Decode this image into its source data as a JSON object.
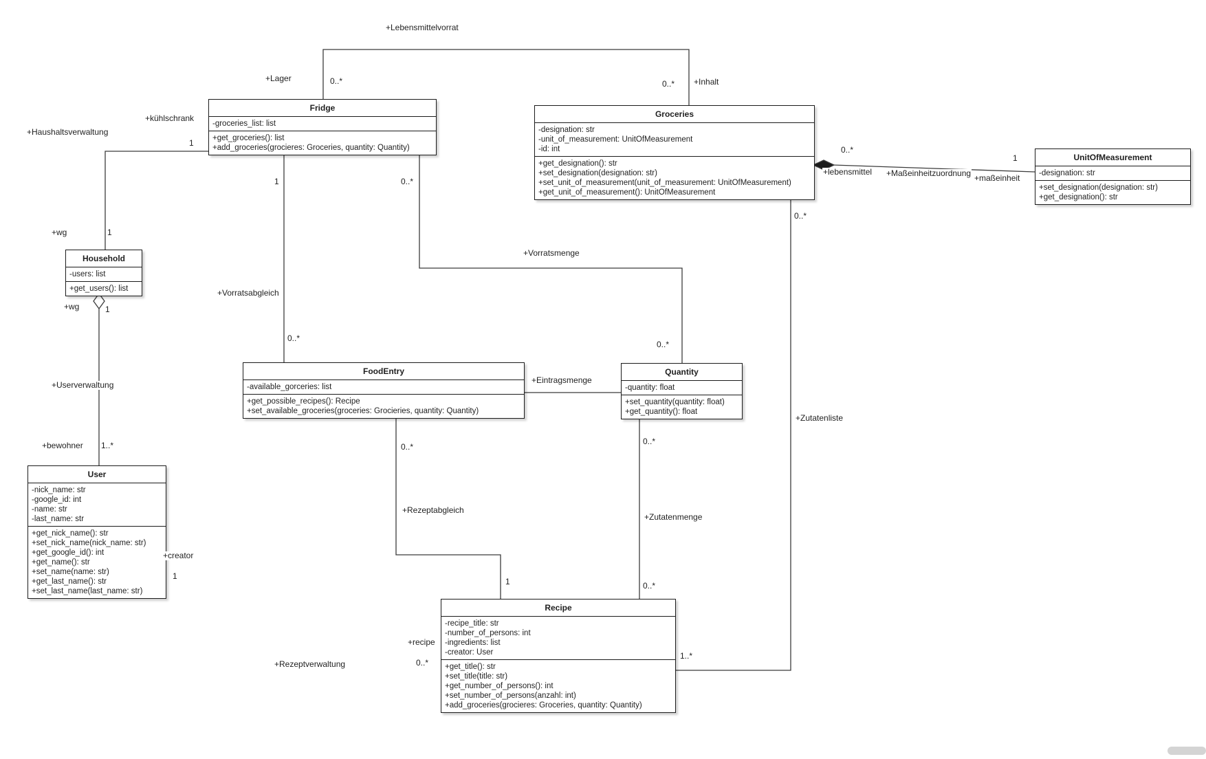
{
  "diagram": {
    "classes": {
      "fridge": {
        "name": "Fridge",
        "attributes": [
          "-groceries_list: list"
        ],
        "methods": [
          "+get_groceries(): list",
          "+add_groceries(grocieres: Groceries, quantity: Quantity)"
        ]
      },
      "groceries": {
        "name": "Groceries",
        "attributes": [
          "-designation: str",
          "-unit_of_measurement: UnitOfMeasurement",
          "-id: int"
        ],
        "methods": [
          "+get_designation(): str",
          "+set_designation(designation: str)",
          "+set_unit_of_measurement(unit_of_measurement: UnitOfMeasurement)",
          "+get_unit_of_measurement(): UnitOfMeasurement"
        ]
      },
      "unit_of_measurement": {
        "name": "UnitOfMeasurement",
        "attributes": [
          "-designation: str"
        ],
        "methods": [
          "+set_designation(designation: str)",
          "+get_designation(): str"
        ]
      },
      "household": {
        "name": "Household",
        "attributes": [
          "-users: list"
        ],
        "methods": [
          "+get_users(): list"
        ]
      },
      "foodentry": {
        "name": "FoodEntry",
        "attributes": [
          "-available_gorceries: list"
        ],
        "methods": [
          "+get_possible_recipes(): Recipe",
          "+set_available_groceries(groceries: Grocieries, quantity: Quantity)"
        ]
      },
      "quantity": {
        "name": "Quantity",
        "attributes": [
          "-quantity: float"
        ],
        "methods": [
          "+set_quantity(quantity: float)",
          "+get_quantity(): float"
        ]
      },
      "user": {
        "name": "User",
        "attributes": [
          "-nick_name: str",
          "-google_id: int",
          "-name: str",
          "-last_name: str"
        ],
        "methods": [
          "+get_nick_name(): str",
          "+set_nick_name(nick_name: str)",
          "+get_google_id(): int",
          "+get_name(): str",
          "+set_name(name: str)",
          "+get_last_name(): str",
          "+set_last_name(last_name: str)"
        ]
      },
      "recipe": {
        "name": "Recipe",
        "attributes": [
          "-recipe_title: str",
          "-number_of_persons: int",
          "-ingredients: list",
          "-creator: User"
        ],
        "methods": [
          "+get_title(): str",
          "+set_title(title: str)",
          "+get_number_of_persons(): int",
          "+set_number_of_persons(anzahl: int)",
          "+add_groceries(grocieres: Groceries, quantity: Quantity)"
        ]
      }
    },
    "labels": {
      "lebensmittelvorrat": "+Lebensmittelvorrat",
      "lager": "+Lager",
      "mult_lager": "0..*",
      "mult_inhalt": "0..*",
      "inhalt": "+Inhalt",
      "haushaltsverwaltung": "+Haushaltsverwaltung",
      "kuehlschrank": "+kühlschrank",
      "mult_kuehlschrank": "1",
      "wg_top": "+wg",
      "mult_wg_top": "1",
      "wg_bottom": "+wg",
      "mult_wg_bottom": "1",
      "userverwaltung": "+Userverwaltung",
      "bewohner": "+bewohner",
      "mult_bewohner": "1..*",
      "mult_vorratsabgleich_1": "1",
      "vorratsabgleich": "+Vorratsabgleich",
      "mult_vorratsabgleich": "0..*",
      "mult_vorratsmenge_fridge": "0..*",
      "vorratsmenge": "+Vorratsmenge",
      "mult_vorratsmenge": "0..*",
      "eintragsmenge": "+Eintragsmenge",
      "mult_rezeptabgleich": "0..*",
      "rezeptabgleich": "+Rezeptabgleich",
      "mult_rezeptabgleich_1": "1",
      "mult_zutatenmenge_q": "0..*",
      "zutatenmenge": "+Zutatenmenge",
      "mult_zutatenmenge_r": "0..*",
      "mult_zutatenliste_g": "0..*",
      "zutatenliste": "+Zutatenliste",
      "mult_zutatenliste_r": "1..*",
      "mult_lebensmittel": "0..*",
      "lebensmittel": "+lebensmittel",
      "masseinheitzuordnung": "+Maßeinheitzuordnung",
      "masseinheit": "+maßeinheit",
      "mult_masseinheit": "1",
      "creator": "+creator",
      "mult_creator": "1",
      "rezeptverwaltung": "+Rezeptverwaltung",
      "recipe_role": "+recipe",
      "mult_recipe": "0..*"
    },
    "edge_color": "#3b3b3b"
  }
}
